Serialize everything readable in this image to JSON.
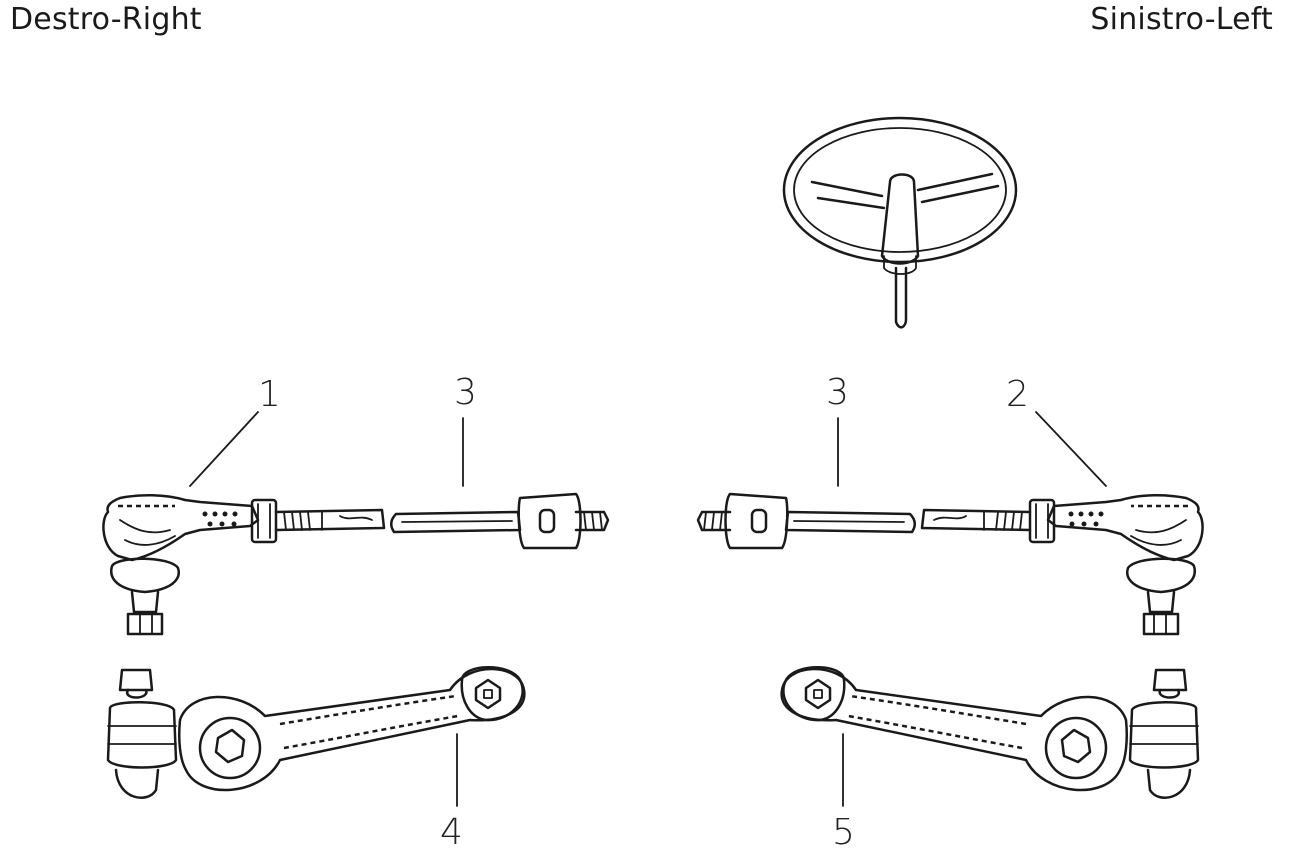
{
  "header": {
    "right_label": "Destro-Right",
    "left_label": "Sinistro-Left"
  },
  "callouts": {
    "n1": "1",
    "n2": "2",
    "n3_left": "3",
    "n3_right": "3",
    "n4": "4",
    "n5": "5"
  }
}
